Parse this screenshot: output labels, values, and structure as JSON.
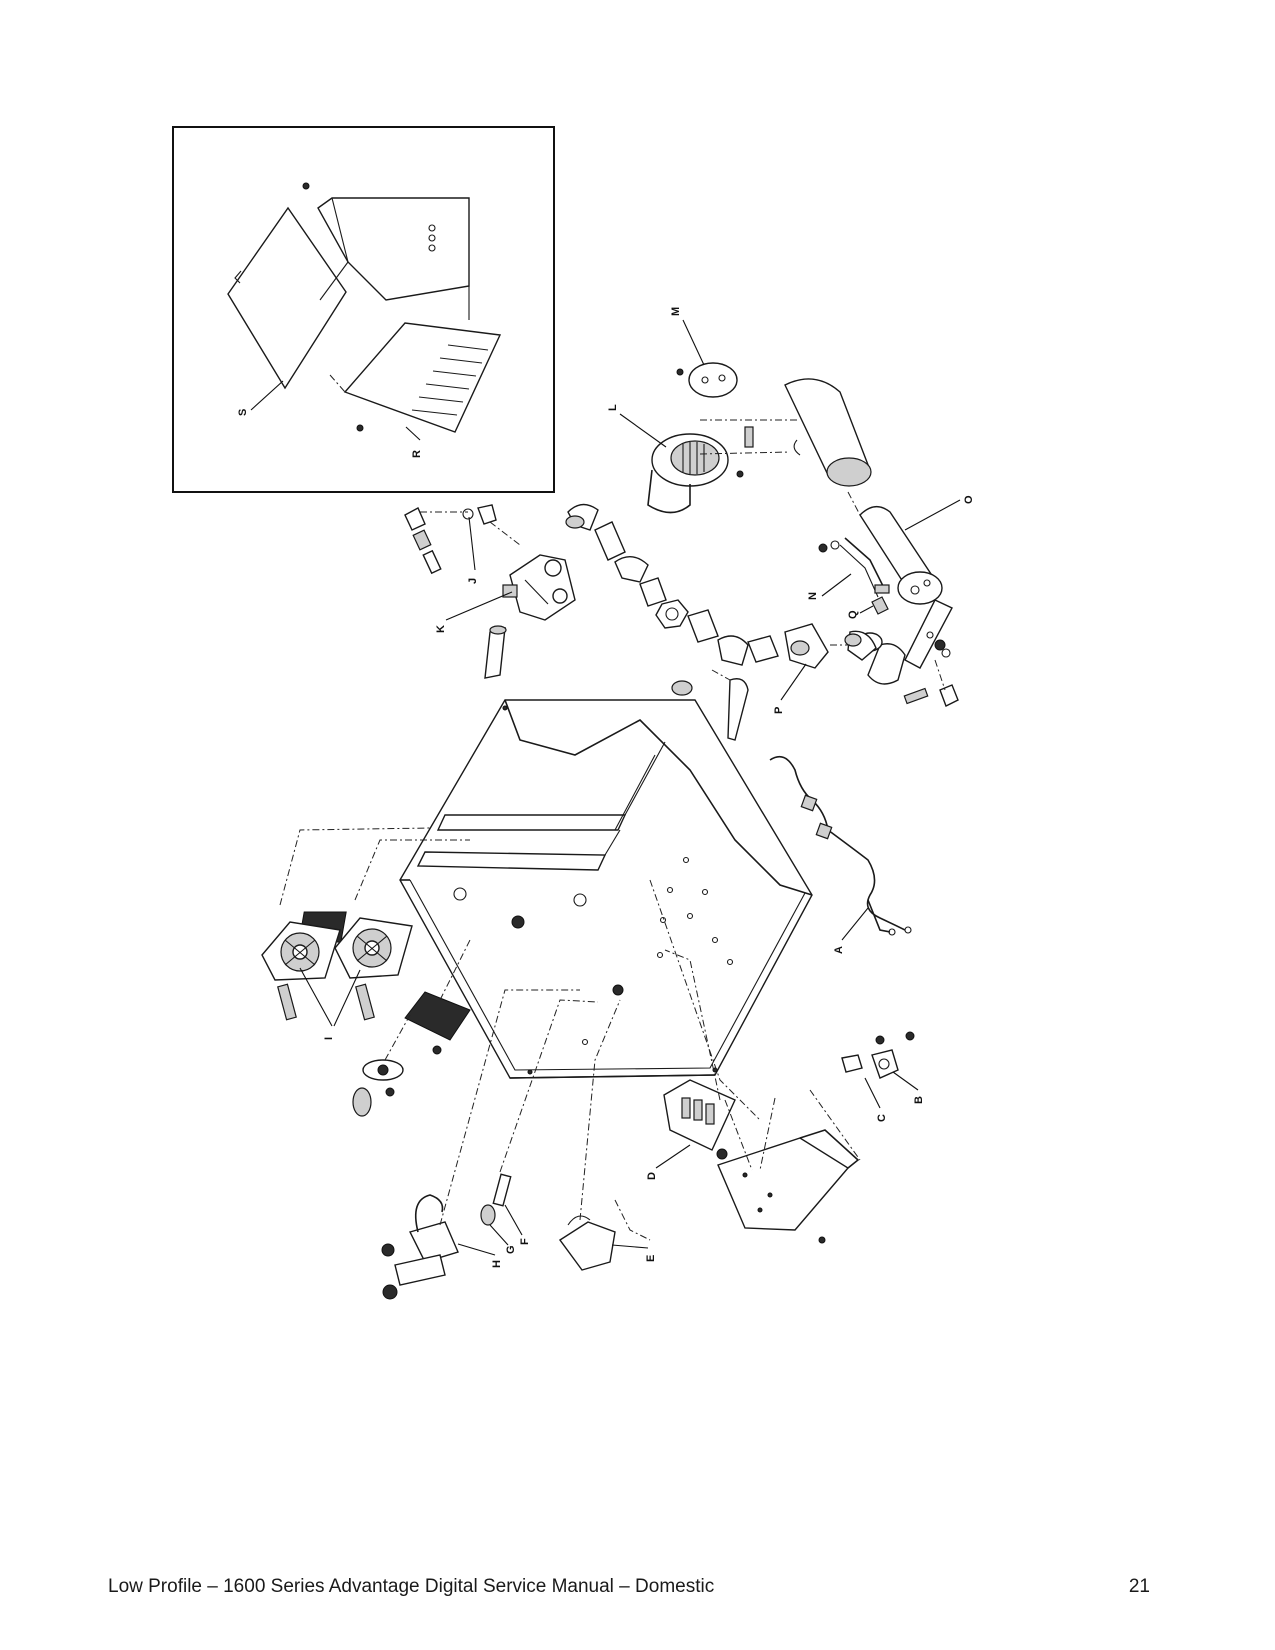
{
  "diagram": {
    "callouts": {
      "A": "A",
      "B": "B",
      "C": "C",
      "D": "D",
      "E": "E",
      "F": "F",
      "G": "G",
      "H": "H",
      "I": "I",
      "J": "J",
      "K": "K",
      "L": "L",
      "M": "M",
      "N": "N",
      "O": "O",
      "P": "P",
      "Q": "Q",
      "R": "R",
      "S": "S"
    }
  },
  "footer": {
    "title": "Low Profile – 1600 Series Advantage Digital Service Manual – Domestic",
    "page_number": "21"
  }
}
